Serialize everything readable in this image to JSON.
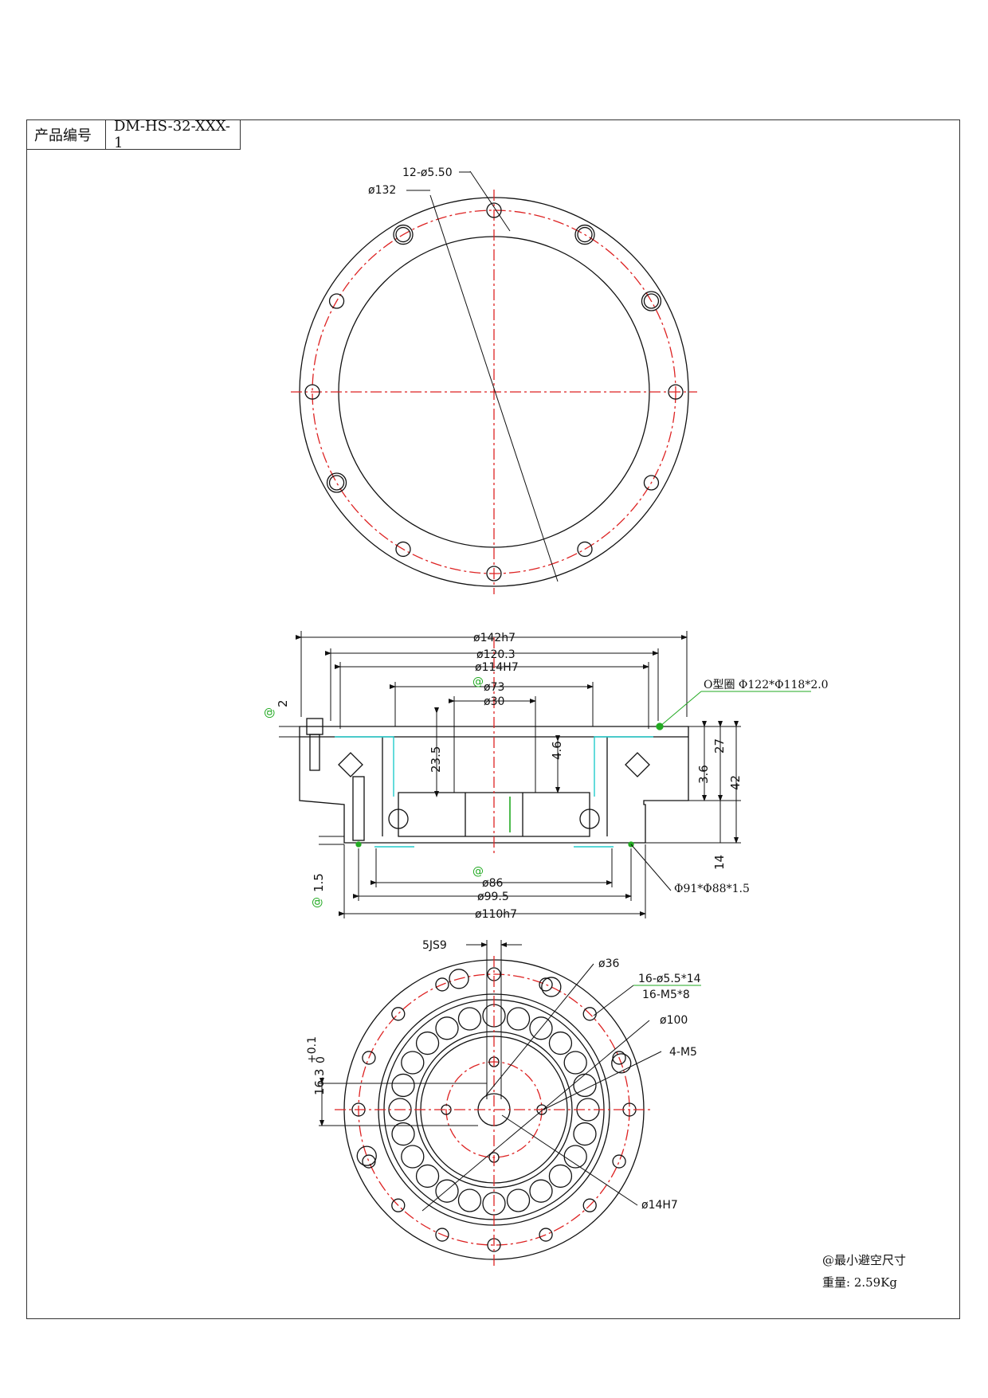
{
  "title_block": {
    "label": "产品编号",
    "value": "DM-HS-32-XXX-1"
  },
  "top_view": {
    "holes_callout": "12-ø5.50",
    "pcd_callout": "ø132"
  },
  "section_view": {
    "d1": "ø142h7",
    "d2": "ø120.3",
    "d3": "ø114H7",
    "d4": "ø73",
    "d5": "ø30",
    "oring_top": "O型圈 Φ122*Φ118*2.0",
    "h_2": "2",
    "h_23_5": "23.5",
    "h_4_6": "4.6",
    "h_3_6": "3.6",
    "h_27": "27",
    "h_42": "42",
    "h_14": "14",
    "h_1_5": "1.5",
    "d6": "ø86",
    "d7": "ø99.5",
    "d8": "ø110h7",
    "oring_bottom": "Φ91*Φ88*1.5",
    "at_mark": "@"
  },
  "bottom_view": {
    "key": "5JS9",
    "d_36": "ø36",
    "holes_a": "16-ø5.5*14",
    "holes_b": "16-M5*8",
    "d_100": "ø100",
    "m5": "4-M5",
    "key_depth": "16.3",
    "key_tol_upper": "+0.1",
    "key_tol_lower": "0",
    "d_14": "ø14H7"
  },
  "notes": {
    "line1": "@最小避空尺寸",
    "line2": "重量: 2.59Kg"
  },
  "colors": {
    "center": "#dd2222",
    "green": "#22aa22",
    "cyan": "#22cccc"
  }
}
